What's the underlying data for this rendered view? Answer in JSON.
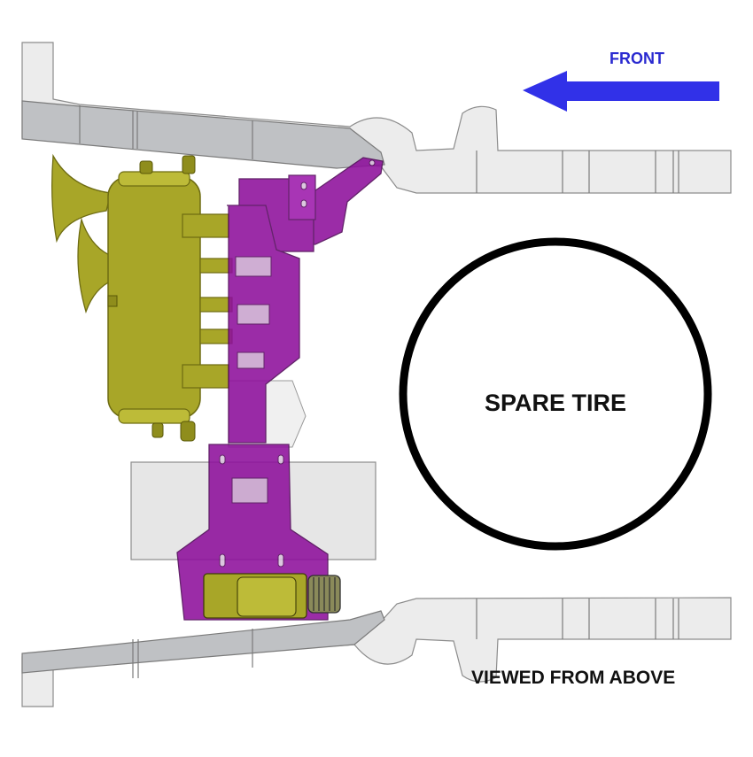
{
  "labels": {
    "front": "FRONT",
    "spare_tire": "SPARE TIRE",
    "view": "VIEWED FROM ABOVE"
  },
  "colors": {
    "frame_fill": "#ececec",
    "frame_stroke": "#8c8c8c",
    "rail_fill": "#bfc1c4",
    "arrow": "#3131e8",
    "front_text": "#2a2ad0",
    "tank": "#a8a628",
    "tank_dark": "#6e6c12",
    "bracket": "#8e0f9c",
    "bracket_dark": "#4e0656",
    "tire_ring": "#000000",
    "text": "#111111"
  },
  "icons": {
    "direction_arrow": "left-arrow-icon"
  }
}
